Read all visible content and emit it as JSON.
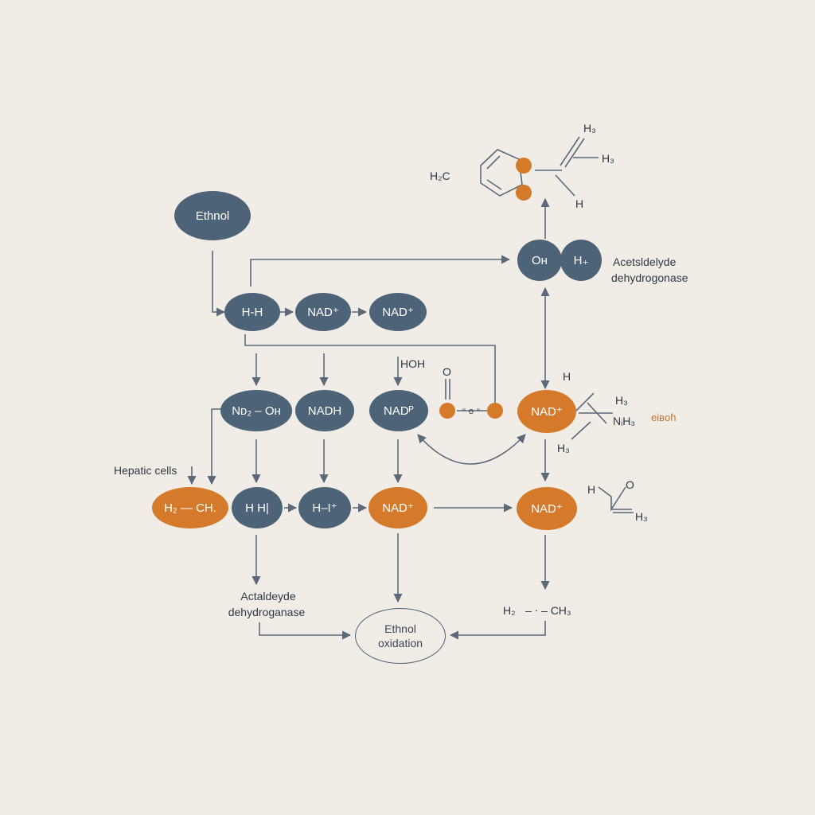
{
  "colors": {
    "node_blue": "#4d6378",
    "node_orange": "#d57a2a",
    "background": "#f1ede6",
    "arrow": "#5a6a7a"
  },
  "nodes": {
    "ethanol_top": "Ethnol",
    "row1_hh": "H-H",
    "row1_nad_a": "NAD⁺",
    "row1_nad_b": "NAD⁺",
    "oh": "Oʜ",
    "h_plus": "H₊",
    "row2_n": "Nᴅ₂ – Oʜ",
    "row2_nadh": "NADH",
    "row2_nadp": "NADᴾ",
    "row2_nad_orange": "NAD⁺",
    "row3_h_ch": "H₂ — CH.",
    "row3_hhh": "H H|",
    "row3_h_i": "H–I⁺",
    "row3_nad_a": "NAD⁺",
    "row3_nad_b": "NAD⁺",
    "ethanol_oxidation_line1": "Ethnol",
    "ethanol_oxidation_line2": "oxidation"
  },
  "labels": {
    "acetaldehyde_top_1": "Acetsldelyde",
    "acetaldehyde_top_2": "dehydrogonase",
    "hepatic_cells": "Hepatic cells",
    "acetaldehyde_bottom_1": "Actaldeyde",
    "acetaldehyde_bottom_2": "dehydroganase",
    "hoh": "HOH",
    "o_top": "O",
    "dash_mid": "⁼ o ⁼",
    "h_right": "H",
    "h3_right": "H₃",
    "nh3": "NᵢH₃",
    "ethoh": "eiʙoɦ",
    "h3_lower": "H₃",
    "h_o": "H",
    "o_right": "O",
    "h3_ald": "H₃",
    "h2_bottom": "H₂",
    "ch3_bottom": "– ⋅ – CH₃",
    "mol_top_h2c": "H₂C",
    "mol_top_h3a": "H₃",
    "mol_top_h3b": "H₃",
    "mol_top_h": "H"
  }
}
